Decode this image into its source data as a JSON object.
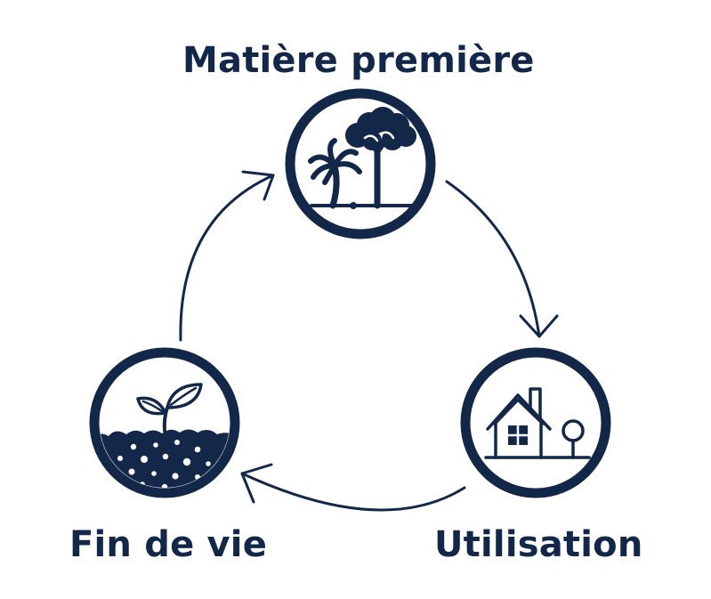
{
  "colors": {
    "ink": "#132749",
    "background": "#ffffff"
  },
  "stages": [
    {
      "id": "raw-material",
      "label": "Matière première",
      "icon": "trees-icon"
    },
    {
      "id": "use",
      "label": "Utilisation",
      "icon": "house-icon"
    },
    {
      "id": "end-of-life",
      "label": "Fin de vie",
      "icon": "seedling-soil-icon"
    }
  ],
  "flow": [
    "raw-material",
    "use",
    "end-of-life",
    "raw-material"
  ]
}
